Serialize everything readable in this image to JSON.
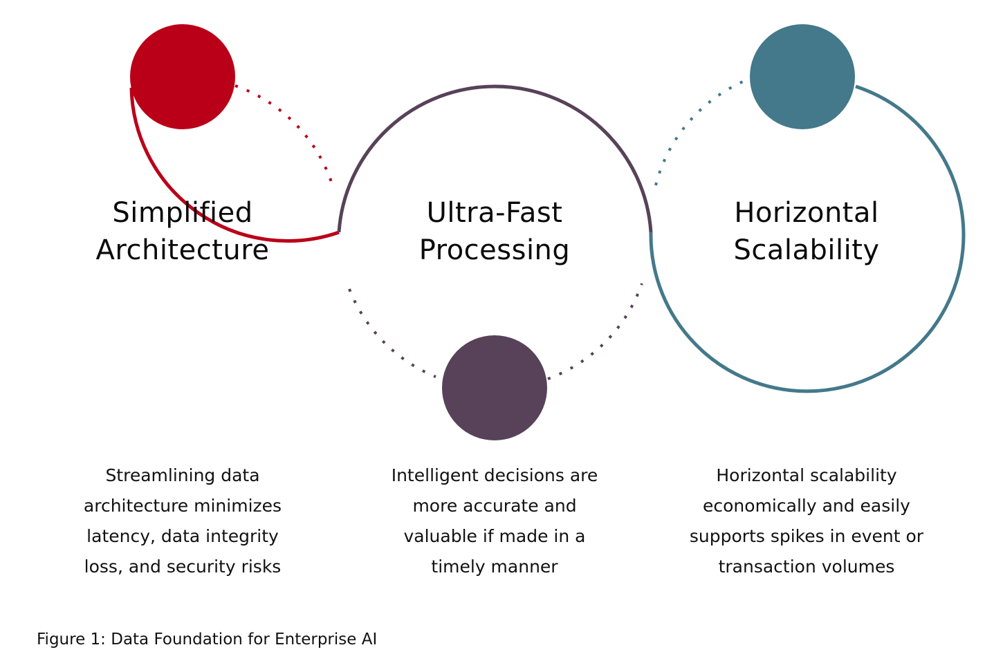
{
  "colors": {
    "red": "#BA0019",
    "purple": "#574259",
    "teal": "#43798A"
  },
  "pillars": [
    {
      "title_line1": "Simplified",
      "title_line2": "Architecture",
      "description": [
        "Streamlining data",
        "architecture minimizes",
        "latency, data integrity",
        "loss, and security risks"
      ]
    },
    {
      "title_line1": "Ultra-Fast",
      "title_line2": "Processing",
      "description": [
        "Intelligent decisions are",
        "more accurate and",
        "valuable if made in a",
        "timely manner"
      ]
    },
    {
      "title_line1": "Horizontal",
      "title_line2": "Scalability",
      "description": [
        "Horizontal scalability",
        "economically and easily",
        "supports spikes in event or",
        "transaction volumes"
      ]
    }
  ],
  "caption": "Figure 1: Data Foundation for Enterprise AI"
}
